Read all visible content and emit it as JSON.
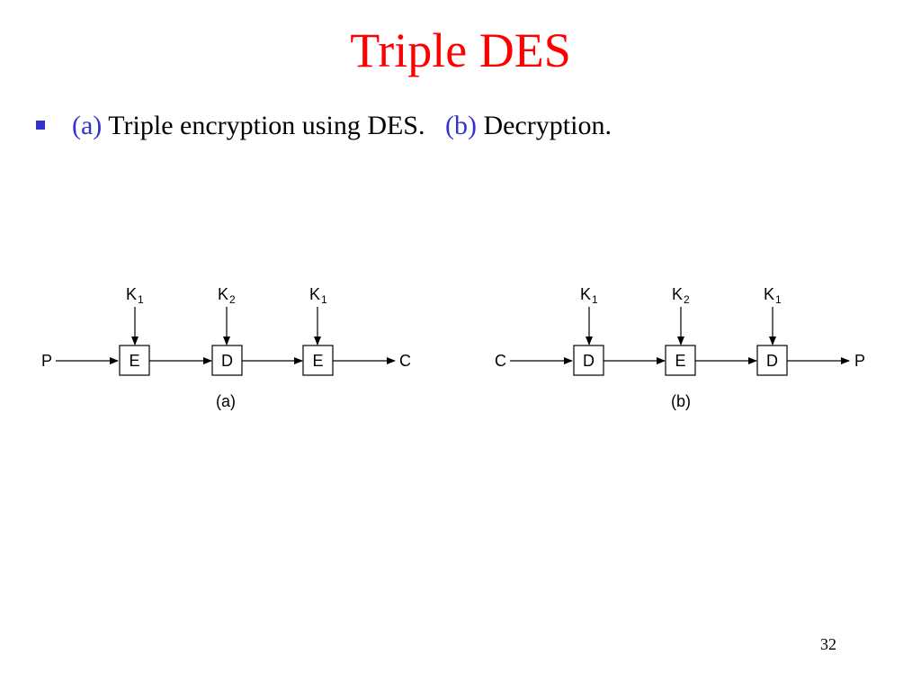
{
  "slide": {
    "title": "Triple DES",
    "bullet": {
      "part_a_tag": "(a)",
      "part_a_text": "Triple encryption using DES.",
      "part_b_tag": "(b)",
      "part_b_text": "Decryption."
    },
    "page_number": "32"
  },
  "diagram_a": {
    "caption": "(a)",
    "input": "P",
    "output": "C",
    "stages": [
      {
        "box": "E",
        "key": "K",
        "key_sub": "1"
      },
      {
        "box": "D",
        "key": "K",
        "key_sub": "2"
      },
      {
        "box": "E",
        "key": "K",
        "key_sub": "1"
      }
    ]
  },
  "diagram_b": {
    "caption": "(b)",
    "input": "C",
    "output": "P",
    "stages": [
      {
        "box": "D",
        "key": "K",
        "key_sub": "1"
      },
      {
        "box": "E",
        "key": "K",
        "key_sub": "2"
      },
      {
        "box": "D",
        "key": "K",
        "key_sub": "1"
      }
    ]
  },
  "colors": {
    "title": "#ff0000",
    "accent": "#3333cc",
    "text": "#000000"
  }
}
